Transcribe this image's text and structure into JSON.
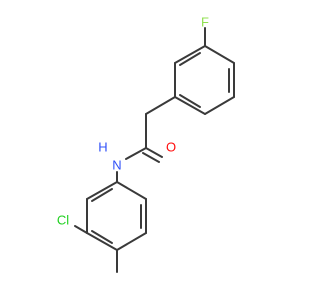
{
  "molecule": {
    "atoms": {
      "fluorine": {
        "symbol": "F",
        "color": "#90e050"
      },
      "oxygen": {
        "symbol": "O",
        "color": "#ff0d0d"
      },
      "nitrogen": {
        "symbol": "N",
        "color": "#3050f8"
      },
      "hydrogen": {
        "symbol": "H",
        "color": "#3050f8"
      },
      "chlorine": {
        "symbol": "Cl",
        "color": "#1fd01f"
      }
    },
    "bond_color": "#3a3a3a",
    "background": "#ffffff"
  }
}
